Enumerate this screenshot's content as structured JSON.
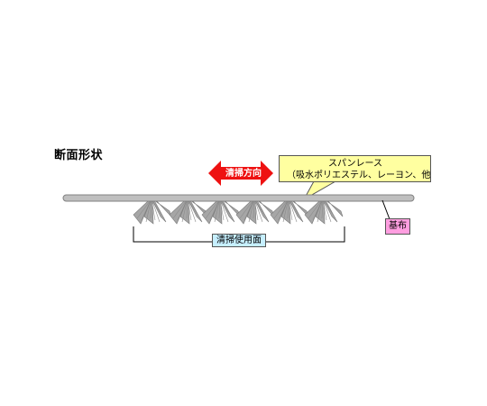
{
  "title": "断面形状",
  "cleaning_direction_label": "清掃方向",
  "material_callout": {
    "line1": "スパンレース",
    "line2": "（吸水ポリエステル、レーヨン、他"
  },
  "cleaning_surface_label": "清掃使用面",
  "base_fabric_label": "基布",
  "colors": {
    "arrow": "#ee1111",
    "callout_bg": "#ffffa0",
    "surface_label_bg": "#c6efff",
    "base_label_bg": "#ff9ee0",
    "fiber": "#a6a6a6",
    "base_bar": "#bfbfbf"
  }
}
